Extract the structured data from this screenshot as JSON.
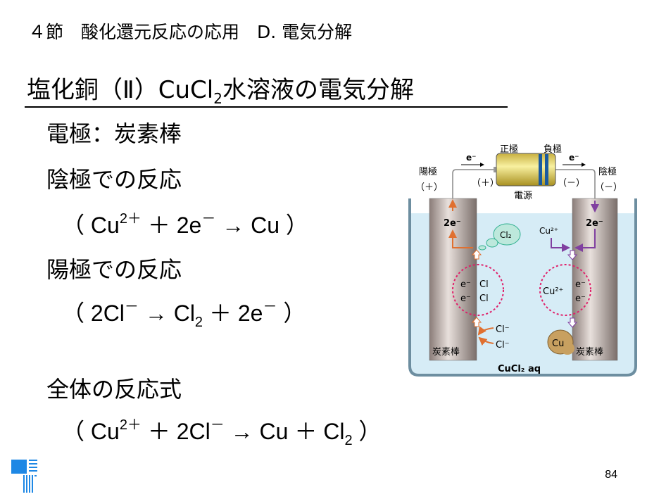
{
  "section_title": "４節　酸化還元反応の応用　D. 電気分解",
  "heading": {
    "pre": "塩化銅（Ⅱ）CuCl",
    "sub": "2",
    "post": "水溶液の電気分解"
  },
  "electrode": "電極：炭素棒",
  "cathode_label": "陰極での反応",
  "cathode_eq": {
    "open": "（ Cu",
    "sup1": "2＋",
    "mid": " ＋ 2e",
    "sup2": "－",
    "end": " → Cu  ）"
  },
  "anode_label": "陽極での反応",
  "anode_eq": {
    "open": "（ 2Cl",
    "sup1": "－",
    "mid": " → Cl",
    "sub1": "2",
    "mid2": " ＋ 2e",
    "sup2": "－",
    "end": "  ）"
  },
  "overall_label": "全体の反応式",
  "overall_eq": {
    "open": "（ Cu",
    "sup1": "2＋",
    "mid": " ＋ 2Cl",
    "sup2": "－",
    "mid2": " → Cu ＋ Cl",
    "sub1": "2",
    "end": "  ）"
  },
  "diagram": {
    "positive_terminal": "正極",
    "negative_terminal": "負極",
    "power_source": "電源",
    "anode": "陽極",
    "anode_sign": "（＋）",
    "cathode": "陰極",
    "cathode_sign": "（－）",
    "battery_plus": "（＋）",
    "battery_minus": "（－）",
    "electron": "e⁻",
    "two_electrons": "2e⁻",
    "cl2": "Cl₂",
    "cl": "Cl",
    "cl_ion": "Cl⁻",
    "cu_ion": "Cu²⁺",
    "cu": "Cu",
    "carbon_rod": "炭素棒",
    "solution": "CuCl₂ aq"
  },
  "page_number": "84",
  "colors": {
    "logo": "#1e88e5",
    "orange": "#e07030",
    "purple": "#8040a0",
    "dashed": "#e0206a",
    "water": "#d6ecf6"
  }
}
